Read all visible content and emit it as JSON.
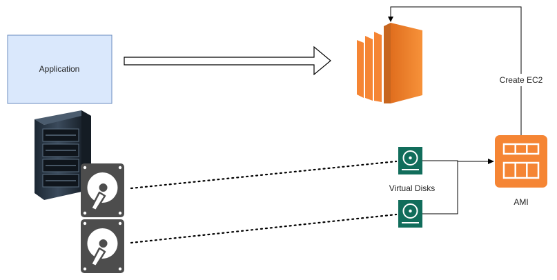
{
  "nodes": {
    "application": {
      "label": "Application"
    },
    "virtual_disks": {
      "label": "Virtual Disks"
    },
    "ami": {
      "label": "AMI"
    }
  },
  "edges": {
    "create_ec2": {
      "label": "Create EC2"
    }
  },
  "icons": {
    "ec2": "aws-ec2-instance-icon",
    "ami": "aws-ami-icon",
    "server": "server-rack-icon",
    "hdd": "hard-disk-icon",
    "vdisk": "virtual-disk-icon"
  },
  "colors": {
    "application_fill": "#dae8fc",
    "application_stroke": "#6c8ebf",
    "aws_orange": "#f58534",
    "virtual_disk_green": "#116d5b",
    "hdd_gray": "#4d4d4d",
    "server_dark": "#2b3a4a"
  }
}
